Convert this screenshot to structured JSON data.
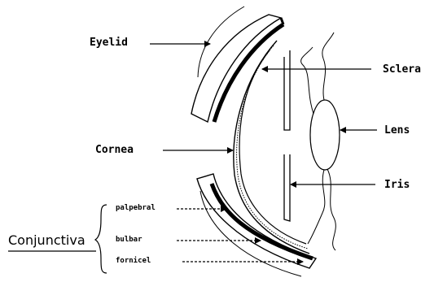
{
  "labels": {
    "eyelid": "Eyelid",
    "sclera": "Sclera",
    "lens": "Lens",
    "cornea": "Cornea",
    "iris": "Iris",
    "conjunctiva": "Conjunctiva",
    "palpebral": "palpebral",
    "bulbar": "bulbar",
    "fornicel": "fornicel"
  }
}
